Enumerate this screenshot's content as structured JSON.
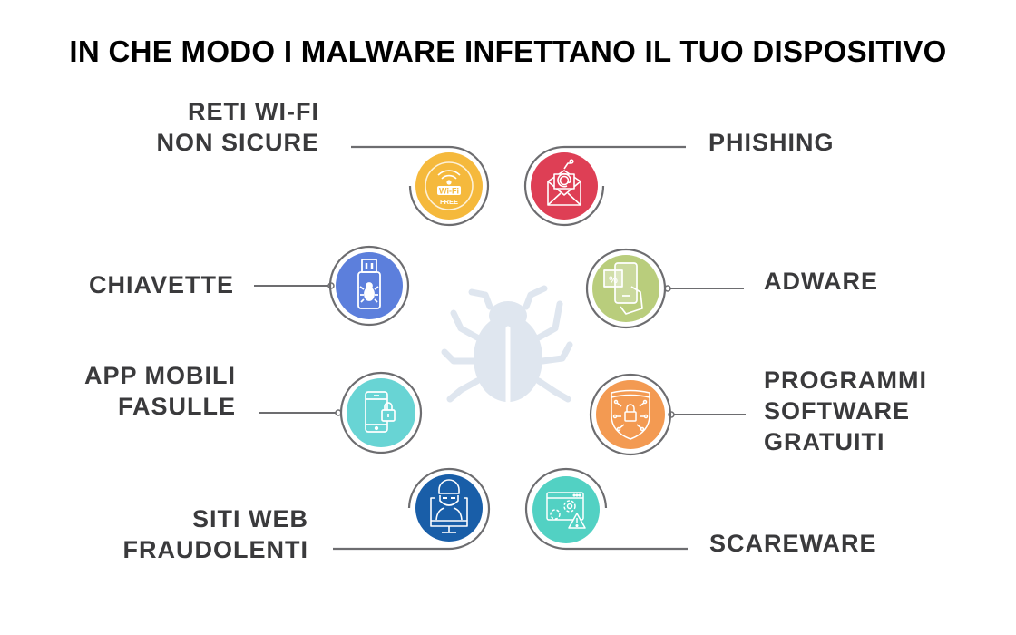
{
  "title": "IN CHE MODO I MALWARE INFETTANO IL TUO DISPOSITIVO",
  "center_icon": "bug-icon",
  "colors": {
    "text": "#3a3a3c",
    "connector": "#6d6d70",
    "bug": "#dfe6ef",
    "wifi": "#f5b93c",
    "phishing": "#de3f55",
    "usb": "#5c7fdc",
    "adware": "#b9cd7c",
    "app": "#68d4d4",
    "software": "#f39a52",
    "websites": "#195ea8",
    "scareware": "#52d1c3"
  },
  "items": [
    {
      "id": "wifi",
      "lines": [
        "RETI WI-FI",
        "NON SICURE"
      ],
      "icon": "wifi-free-icon",
      "side": "left"
    },
    {
      "id": "phishing",
      "lines": [
        "PHISHING"
      ],
      "icon": "phishing-email-icon",
      "side": "right"
    },
    {
      "id": "usb",
      "lines": [
        "CHIAVETTE"
      ],
      "icon": "usb-bug-icon",
      "side": "left"
    },
    {
      "id": "adware",
      "lines": [
        "ADWARE"
      ],
      "icon": "phone-discount-icon",
      "side": "right"
    },
    {
      "id": "app",
      "lines": [
        "APP MOBILI",
        "FASULLE"
      ],
      "icon": "phone-lock-icon",
      "side": "left"
    },
    {
      "id": "software",
      "lines": [
        "PROGRAMMI",
        "SOFTWARE",
        "GRATUITI"
      ],
      "icon": "shield-lock-circuit-icon",
      "side": "right"
    },
    {
      "id": "websites",
      "lines": [
        "SITI WEB",
        "FRAUDOLENTI"
      ],
      "icon": "hacker-monitor-icon",
      "side": "left"
    },
    {
      "id": "scareware",
      "lines": [
        "SCAREWARE"
      ],
      "icon": "browser-warning-icon",
      "side": "right"
    }
  ],
  "wifi_badge": {
    "top": "Wi-Fi",
    "bottom": "FREE"
  }
}
